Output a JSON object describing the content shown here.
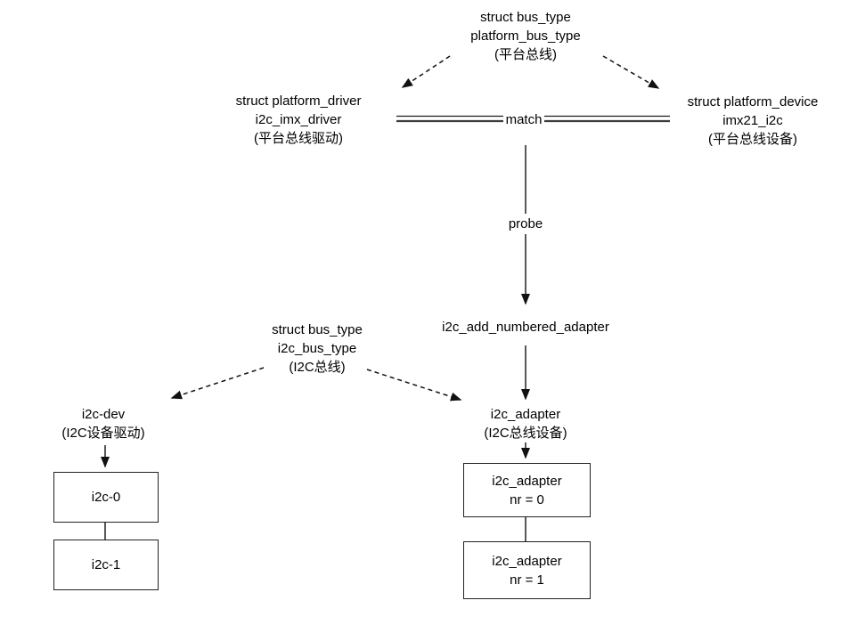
{
  "diagram": {
    "title_meaning": "I2C platform bus driver/device match flow",
    "colors": {
      "background": "#ffffff",
      "line": "#111111",
      "text": "#000000",
      "box_border": "#222222"
    },
    "nodes": {
      "platform_bus": {
        "lines": [
          "struct bus_type",
          "platform_bus_type",
          "(平台总线)"
        ]
      },
      "platform_driver": {
        "lines": [
          "struct platform_driver",
          "i2c_imx_driver",
          "(平台总线驱动)"
        ]
      },
      "platform_device": {
        "lines": [
          "struct platform_device",
          "imx21_i2c",
          "(平台总线设备)"
        ]
      },
      "match_label": "match",
      "probe_label": "probe",
      "add_adapter_label": "i2c_add_numbered_adapter",
      "i2c_bus": {
        "lines": [
          "struct bus_type",
          "i2c_bus_type",
          "(I2C总线)"
        ]
      },
      "i2c_dev": {
        "lines": [
          "i2c-dev",
          "(I2C设备驱动)"
        ]
      },
      "i2c_adapter": {
        "lines": [
          "i2c_adapter",
          "(I2C总线设备)"
        ]
      },
      "box_i2c0": "i2c-0",
      "box_i2c1": "i2c-1",
      "box_adapter0": {
        "lines": [
          "i2c_adapter",
          "nr = 0"
        ]
      },
      "box_adapter1": {
        "lines": [
          "i2c_adapter",
          "nr = 1"
        ]
      }
    },
    "edges": {
      "bus_to_driver": "dashed",
      "bus_to_device": "dashed",
      "driver_device_match": "double-line",
      "match_probe_down": "solid-arrow",
      "probe_to_add_adapter": "solid-arrow",
      "add_adapter_to_i2c_adapter": "solid-arrow",
      "i2c_bus_to_i2c_dev": "dashed",
      "i2c_bus_to_i2c_adapter": "dashed",
      "i2c_dev_to_i2c0": "solid-arrow",
      "i2c_adapter_to_nr0": "solid-arrow",
      "i2c0_to_i2c1": "solid-line",
      "nr0_to_nr1": "solid-line"
    }
  }
}
